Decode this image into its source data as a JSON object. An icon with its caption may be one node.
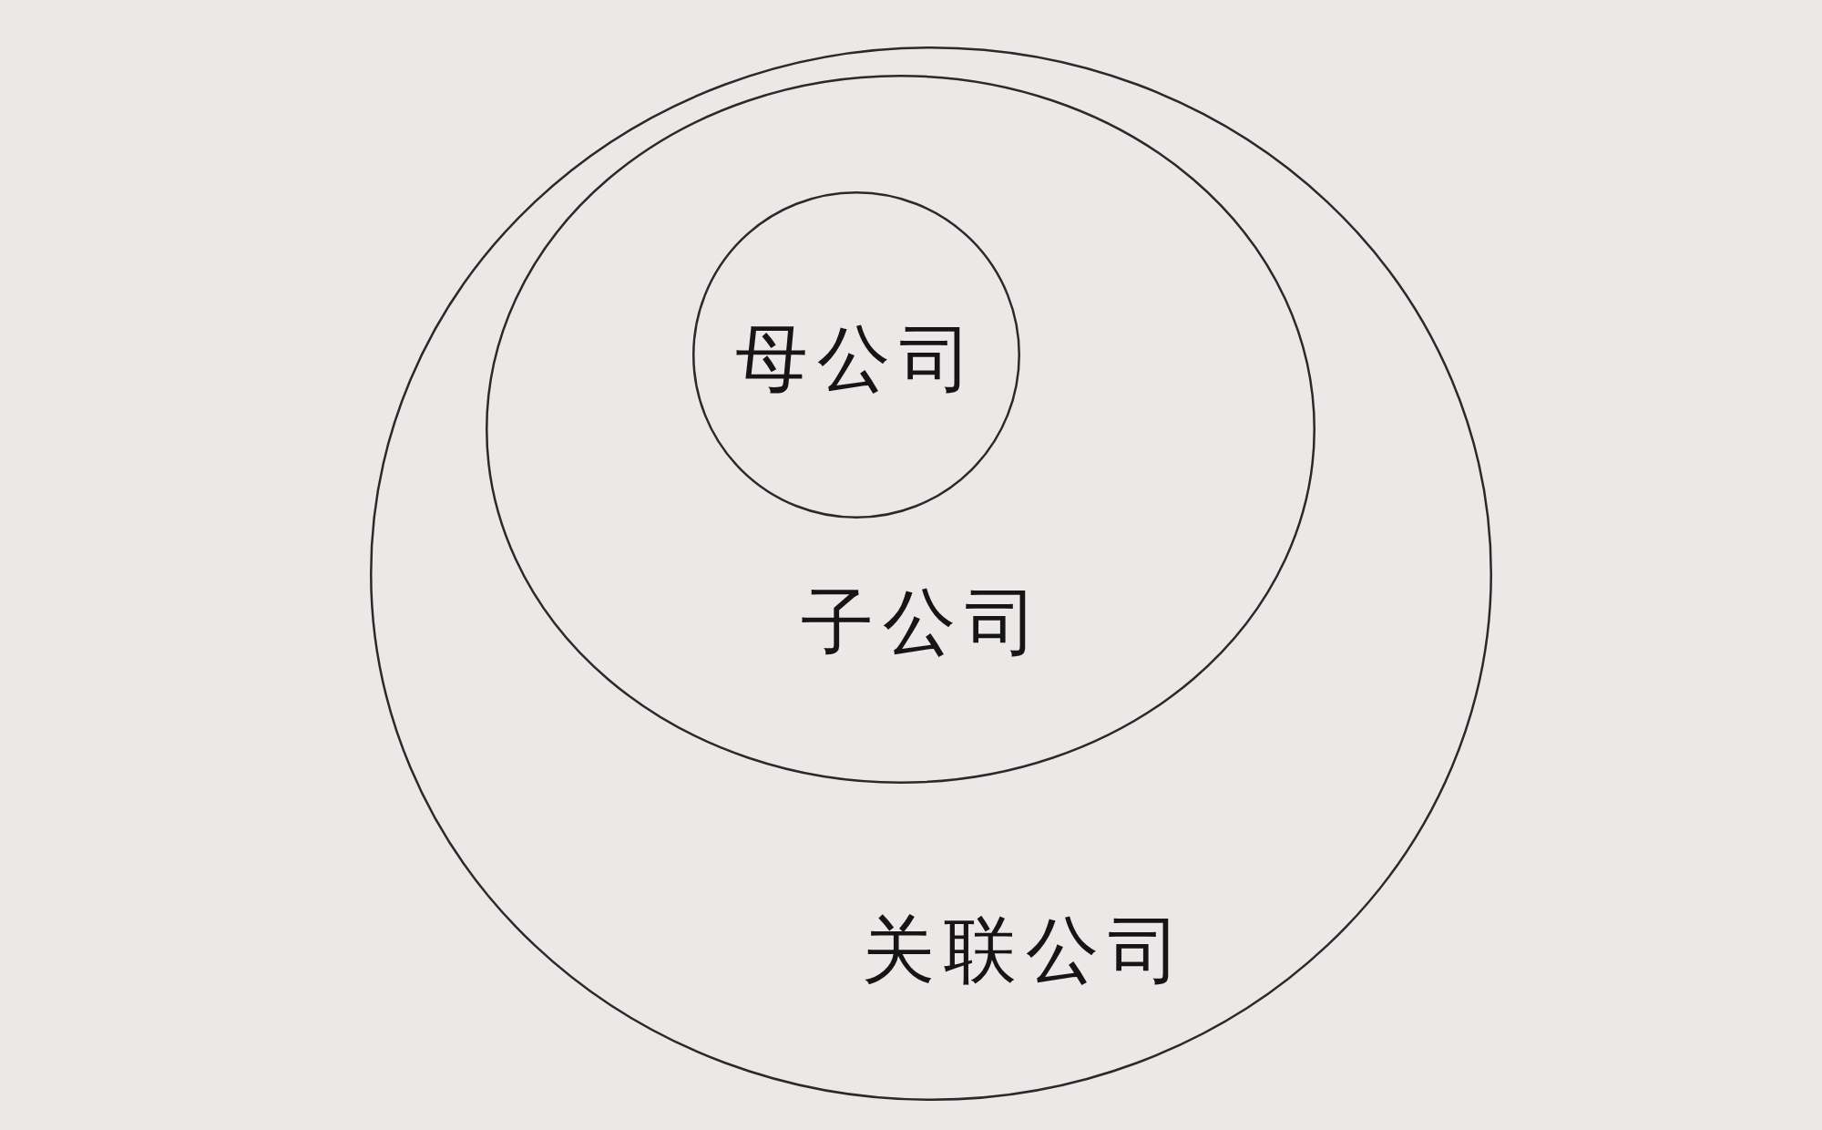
{
  "diagram": {
    "nodes": [
      {
        "text": [
          "关联公司"
        ]
      },
      {
        "text": [
          "子公司"
        ],
        "in": 0
      },
      {
        "text": [
          "母公司"
        ],
        "in": 1
      }
    ]
  }
}
